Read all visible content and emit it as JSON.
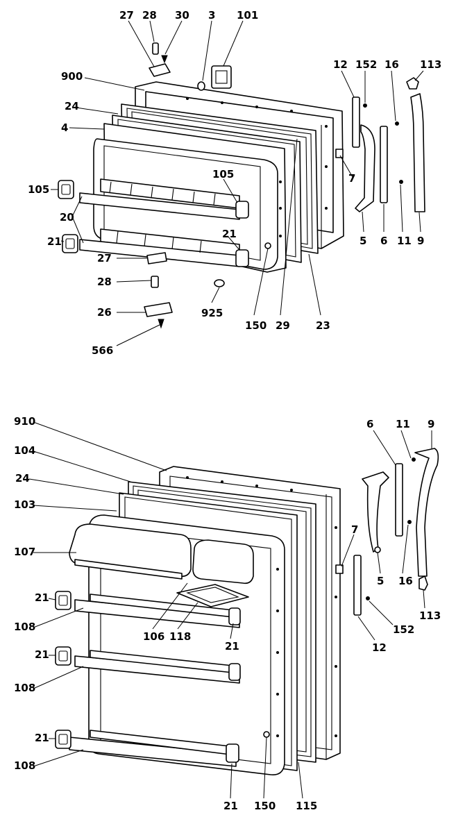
{
  "diagram": {
    "freezer_door": {
      "callouts": [
        "27",
        "28",
        "30",
        "3",
        "101",
        "12",
        "152",
        "16",
        "113",
        "900",
        "24",
        "4",
        "105",
        "105",
        "20",
        "21",
        "21",
        "7",
        "5",
        "6",
        "11",
        "9",
        "27",
        "28",
        "26",
        "566",
        "925",
        "150",
        "29",
        "23"
      ]
    },
    "fresh_food_door": {
      "callouts": [
        "910",
        "104",
        "24",
        "103",
        "107",
        "21",
        "108",
        "21",
        "108",
        "21",
        "108",
        "106",
        "118",
        "21",
        "6",
        "11",
        "9",
        "7",
        "5",
        "16",
        "113",
        "152",
        "12",
        "21",
        "150",
        "115"
      ]
    }
  }
}
